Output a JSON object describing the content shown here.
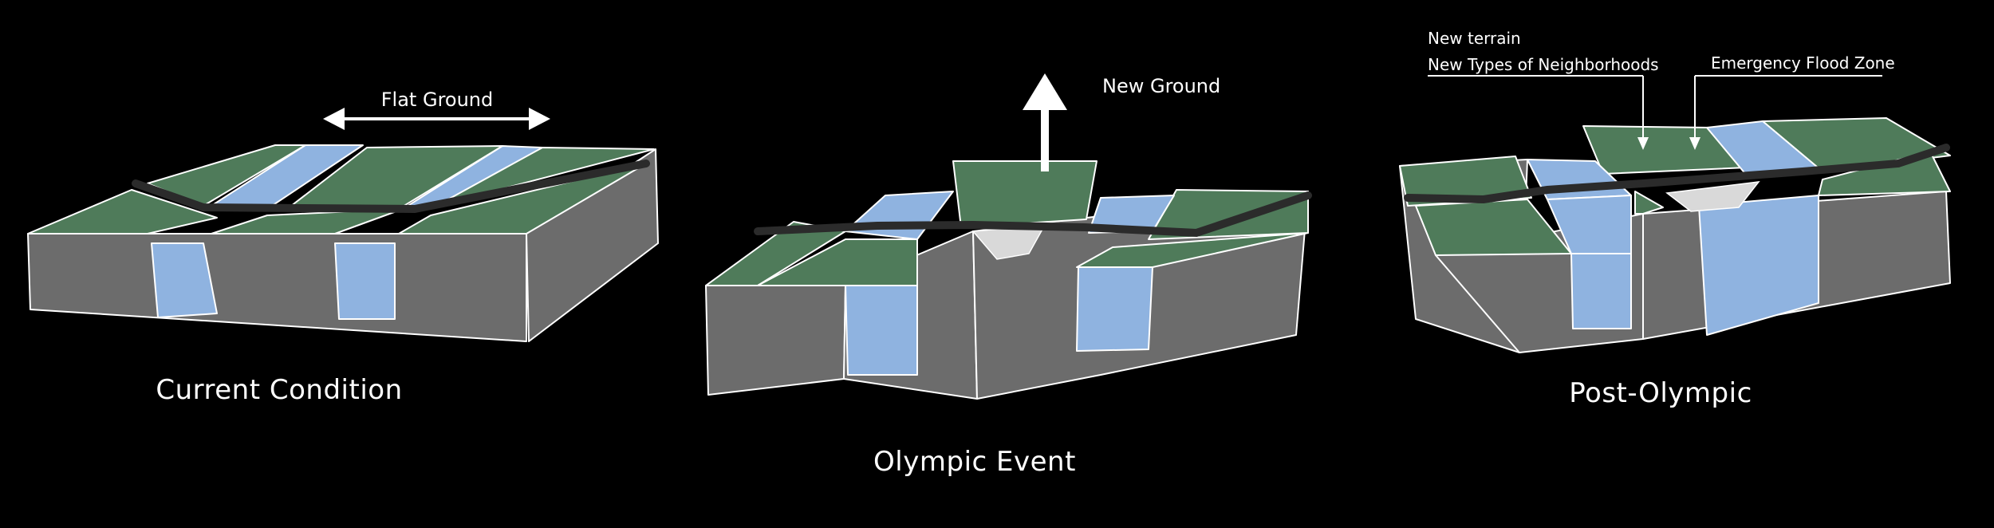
{
  "colors": {
    "background": "#000000",
    "terrain": "#4f7b5a",
    "water": "#8fb3e0",
    "soil": "#6c6c6c",
    "road": "#2b2b2b",
    "outline": "#ffffff"
  },
  "panels": [
    {
      "caption": "Current Condition",
      "labels": {
        "arrow": "Flat Ground"
      }
    },
    {
      "caption": "Olympic Event",
      "labels": {
        "arrow": "New Ground"
      }
    },
    {
      "caption": "Post-Olympic",
      "labels": {
        "terrain_line1": "New terrain",
        "terrain_line2": "New Types of Neighborhoods",
        "flood": "Emergency Flood Zone"
      }
    }
  ]
}
